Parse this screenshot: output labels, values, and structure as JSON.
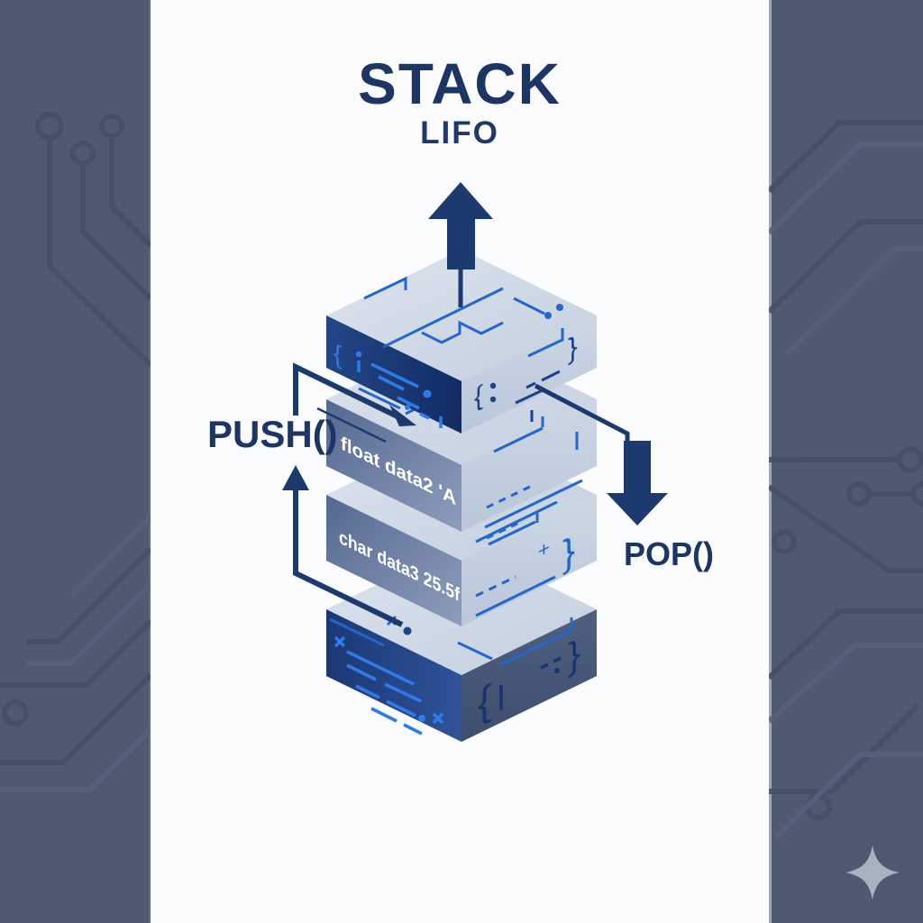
{
  "page": {
    "title": "STACK",
    "subtitle": "LIFO"
  },
  "operations": {
    "push_label": "PUSH()",
    "pop_label": "POP()"
  },
  "stack": {
    "structure": "LIFO",
    "blocks": [
      {
        "position": "top",
        "label": ""
      },
      {
        "position": "second",
        "label": "float data2 'A"
      },
      {
        "position": "third",
        "label": "char data3 25.5f"
      },
      {
        "position": "bottom",
        "label": ""
      }
    ]
  },
  "icons": {
    "top": "up-arrow-icon",
    "pop": "down-arrow-icon",
    "decor": [
      "circuit-pattern-icon",
      "sparkle-icon"
    ]
  },
  "colors": {
    "side_background": "#4f5970",
    "panel_background": "#fbfcfd",
    "navy": "#1d3565",
    "circuit_blue": "#2467cc",
    "bright_circuit_blue": "#2f7ce8",
    "block_face_light": "#c9d4e2",
    "block_face_medium": "#64779c",
    "block_face_dark": "#16316b",
    "sparkle_gray": "#a9b2bf"
  }
}
